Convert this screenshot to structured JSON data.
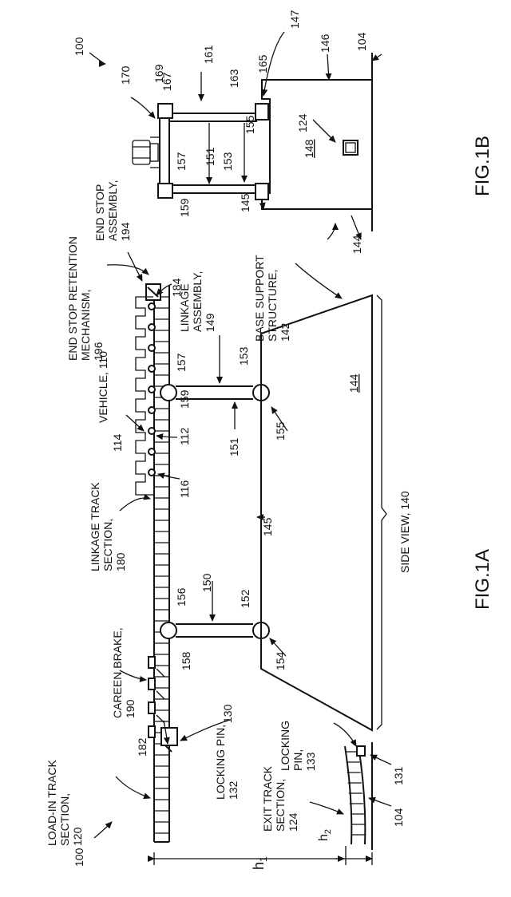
{
  "fig1a": {
    "figure_label": "FIG.1A",
    "ref_100": "100",
    "load_in_track": [
      "LOAD-IN TRACK",
      "SECTION,",
      "120"
    ],
    "locking_pin_132": [
      "LOCKING PIN,",
      "132"
    ],
    "ref_182": "182",
    "careen_brake": [
      "CAREEN BRAKE,",
      "190"
    ],
    "ref_130": "130",
    "linkage_track": [
      "LINKAGE TRACK",
      "SECTION,",
      "180"
    ],
    "vehicle": "VEHICLE, 110",
    "end_stop_retention": [
      "END STOP RETENTION",
      "MECHANISM,",
      "196"
    ],
    "ref_184": "184",
    "ref_114": "114",
    "ref_116": "116",
    "ref_112": "112",
    "ref_159": "159",
    "ref_157": "157",
    "ref_153": "153",
    "ref_155": "155",
    "ref_151": "151",
    "linkage_assembly": [
      "LINKAGE",
      "ASSEMBLY,",
      "149"
    ],
    "ref_156": "156",
    "ref_158": "158",
    "ref_150": "150",
    "ref_152": "152",
    "ref_154": "154",
    "ref_145": "145",
    "ref_144": "144",
    "side_view": "SIDE VIEW, 140",
    "exit_track": [
      "EXIT TRACK",
      "SECTION,",
      "124"
    ],
    "locking_pin_133": [
      "LOCKING",
      "PIN,",
      "133"
    ],
    "ref_131": "131",
    "ref_104": "104",
    "h1": "h",
    "h1_sub": "1",
    "h2": "h",
    "h2_sub": "2"
  },
  "fig1b": {
    "figure_label": "FIG.1B",
    "ref_100": "100",
    "end_stop_assembly": [
      "END STOP",
      "ASSEMBLY,",
      "194"
    ],
    "base_support": [
      "BASE SUPPORT",
      "STRUCTURE,",
      "142"
    ],
    "ref_144": "144",
    "ref_145": "145",
    "ref_148": "148",
    "ref_124": "124",
    "ref_146": "146",
    "ref_104": "104",
    "ref_147": "147",
    "ref_161": "161",
    "ref_163": "163",
    "ref_165": "165",
    "ref_155": "155",
    "ref_153": "153",
    "ref_151": "151",
    "ref_157": "157",
    "ref_159": "159",
    "ref_167": "167",
    "ref_169": "169",
    "ref_170": "170"
  }
}
